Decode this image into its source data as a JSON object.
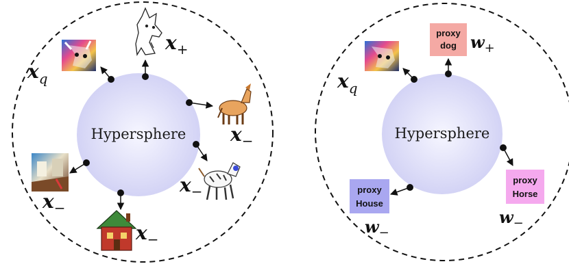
{
  "left_panel": {
    "center_label": "Hypersphere",
    "labels": {
      "xq": {
        "base": "x",
        "sub": "q"
      },
      "xplus": {
        "base": "x",
        "sub": "+"
      },
      "xminus_horse": {
        "base": "x",
        "sub": "−"
      },
      "xminus_zebra": {
        "base": "x",
        "sub": "−"
      },
      "xminus_street": {
        "base": "x",
        "sub": "−"
      },
      "xminus_house": {
        "base": "x",
        "sub": "−"
      }
    }
  },
  "right_panel": {
    "center_label": "Hypersphere",
    "labels": {
      "xq": {
        "base": "x",
        "sub": "q"
      },
      "wplus": {
        "base": "w",
        "sub": "+"
      },
      "wminus_house": {
        "base": "w",
        "sub": "−"
      },
      "wminus_horse": {
        "base": "w",
        "sub": "−"
      }
    },
    "proxies": {
      "dog": {
        "line1": "proxy",
        "line2": "dog",
        "color": "#f4a9a4"
      },
      "house": {
        "line1": "proxy",
        "line2": "House",
        "color": "#a9a7f0"
      },
      "horse": {
        "line1": "proxy",
        "line2": "Horse",
        "color": "#f5a9ee"
      }
    }
  },
  "colors": {
    "sphere_center": "#f6f6ff",
    "sphere_edge": "#d3d3f5"
  }
}
